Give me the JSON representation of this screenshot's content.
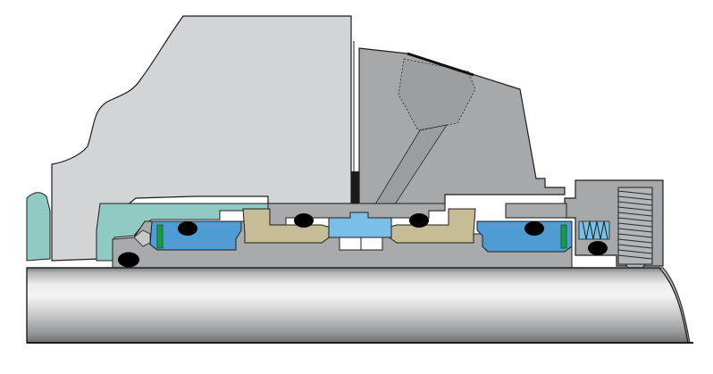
{
  "drawing": {
    "type": "mechanical-seal-cross-section",
    "colors": {
      "background": "#ffffff",
      "outline": "#1e1e1e",
      "pump_casing": "#d3d4d6",
      "seal_gland": "#a7a8aa",
      "gland_dark": "#8f9092",
      "sleeve_and_collar": "#a9aaac",
      "teal_insert": "#8fcbc2",
      "blue_elements": "#4f9bd4",
      "light_blue_faces": "#79bfe8",
      "tan_rings": "#c6bc96",
      "green_seals": "#1a9a46",
      "o_ring": "#000000",
      "shaft_light": "#ededed",
      "shaft_mid": "#b8b9bb",
      "shaft_dark": "#6d6e70"
    },
    "parts": [
      {
        "name": "pump-casing",
        "color_key": "pump_casing"
      },
      {
        "name": "seal-gland",
        "color_key": "seal_gland"
      },
      {
        "name": "shaft-sleeve",
        "color_key": "sleeve_and_collar"
      },
      {
        "name": "drive-collar",
        "color_key": "sleeve_and_collar"
      },
      {
        "name": "rotary-seal-rings",
        "color_key": "tan_rings"
      },
      {
        "name": "stationary-faces",
        "color_key": "light_blue_faces"
      },
      {
        "name": "seal-holders",
        "color_key": "blue_elements"
      },
      {
        "name": "o-rings",
        "color_key": "o_ring"
      },
      {
        "name": "springs",
        "color_key": "green_seals"
      },
      {
        "name": "set-screw",
        "color_key": "sleeve_and_collar"
      },
      {
        "name": "shaft",
        "color_key": "shaft_mid"
      }
    ]
  }
}
